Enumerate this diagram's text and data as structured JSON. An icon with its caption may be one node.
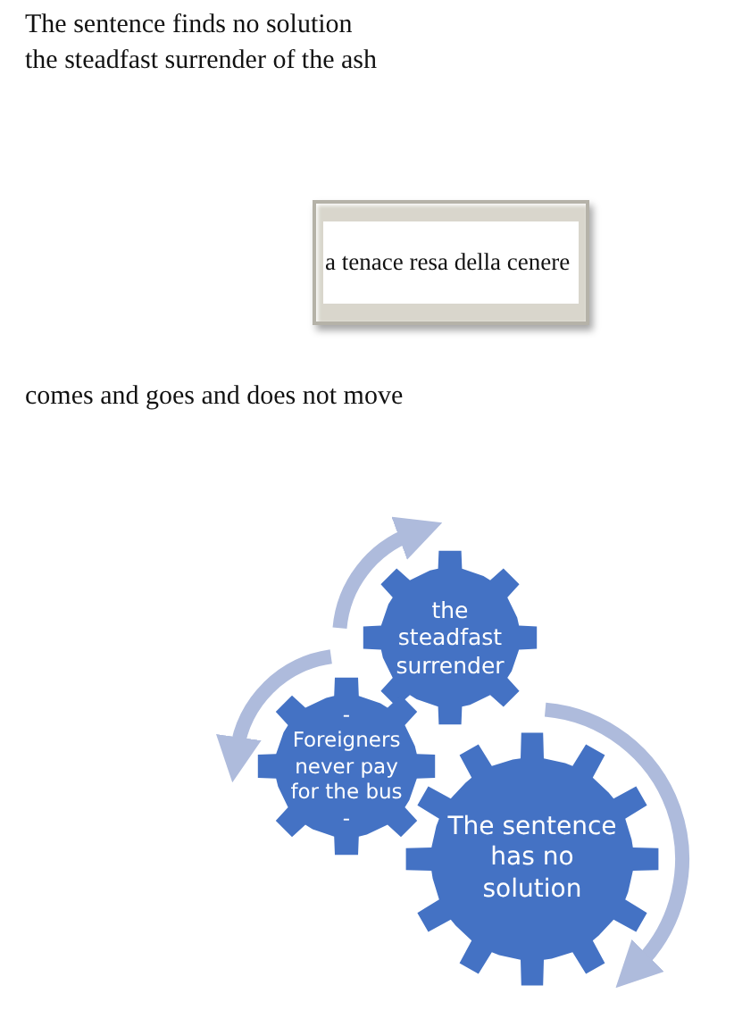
{
  "diagram": {
    "nodes": [
      {
        "text": [
          "the steadfast surrender"
        ]
      },
      {
        "text": [
          "- Foreigners never pay for the bus -"
        ]
      },
      {
        "text": [
          "The sentence has no solution"
        ]
      }
    ],
    "labels": [
      "The sentence finds no solution",
      "the steadfast surrender of the ash",
      "a tenace resa della cenere",
      "comes and goes and does not move"
    ]
  }
}
